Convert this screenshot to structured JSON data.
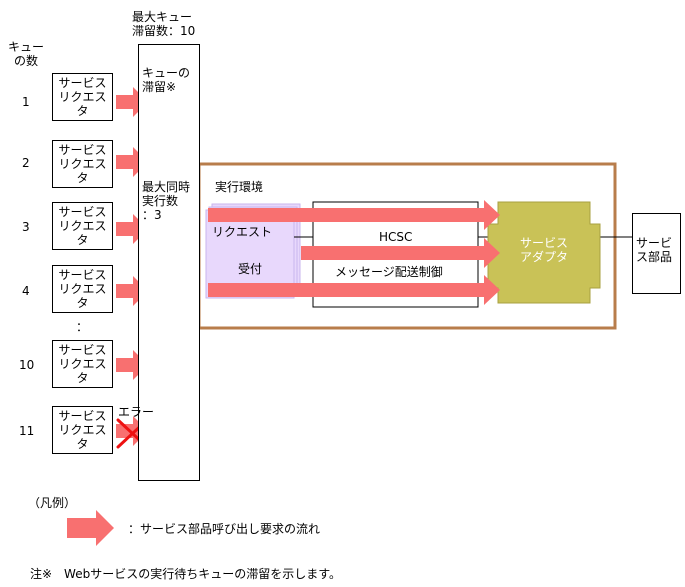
{
  "queue_count_header": "キュー\nの数",
  "max_queue_label": "最大キュー\n滞留数：10",
  "queue_retention_label": "キューの\n滞留※",
  "max_concurrent_label": "最大同時\n実行数\n：3",
  "requesters": [
    {
      "num": "1",
      "label": "サービス\nリクエスタ"
    },
    {
      "num": "2",
      "label": "サービス\nリクエスタ"
    },
    {
      "num": "3",
      "label": "サービス\nリクエスタ"
    },
    {
      "num": "4",
      "label": "サービス\nリクエスタ"
    },
    {
      "num": "10",
      "label": "サービス\nリクエスタ"
    },
    {
      "num": "11",
      "label": "サービス\nリクエスタ"
    }
  ],
  "ellipsis": "：",
  "error_label": "エラー",
  "exec_env_label": "実行環境",
  "request_receive_label": "リクエスト",
  "request_receive_label2": "受付",
  "hcsc_label": "HCSC",
  "message_delivery_label": "メッセージ配送制御",
  "service_adapter_label": "サービス\nアダプタ",
  "service_component_label": "サービ\nス部品",
  "legend_title": "（凡例）",
  "legend_desc": "：サービス部品呼び出し要求の流れ",
  "footnote": "注※　Webサービスの実行待ちキューの滞留を示します。",
  "colors": {
    "arrow": "#f87070",
    "error_x": "#ee1111",
    "exec_env_border": "#b87d4b",
    "request_receive_fill": "#e8d8fc",
    "service_adapter_fill": "#c9c257"
  }
}
